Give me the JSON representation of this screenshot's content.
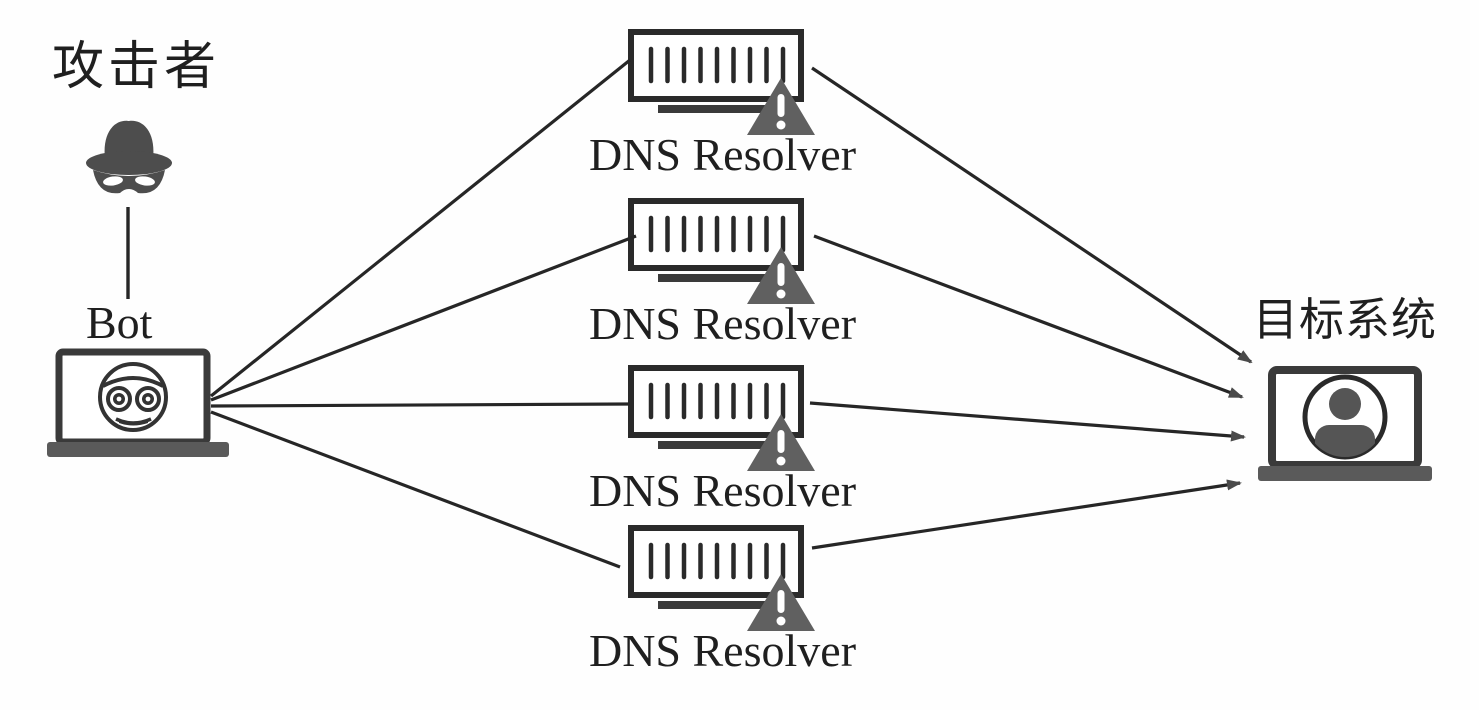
{
  "diagram": {
    "title_semantic": "DNS amplification attack diagram",
    "attacker": {
      "label": "攻击者"
    },
    "bot": {
      "label": "Bot"
    },
    "resolvers": [
      {
        "label": "DNS Resolver"
      },
      {
        "label": "DNS Resolver"
      },
      {
        "label": "DNS Resolver"
      },
      {
        "label": "DNS Resolver"
      }
    ],
    "target": {
      "label": "目标系统"
    },
    "colors": {
      "ink": "#1f1f1f",
      "line": "#262626",
      "icon_stroke": "#333333",
      "spy_gray": "#4d4d4d",
      "base_gray": "#5a5a5a",
      "warning_gray": "#606060",
      "arrowhead": "#4a4a4a",
      "background": "#fefefe"
    }
  }
}
